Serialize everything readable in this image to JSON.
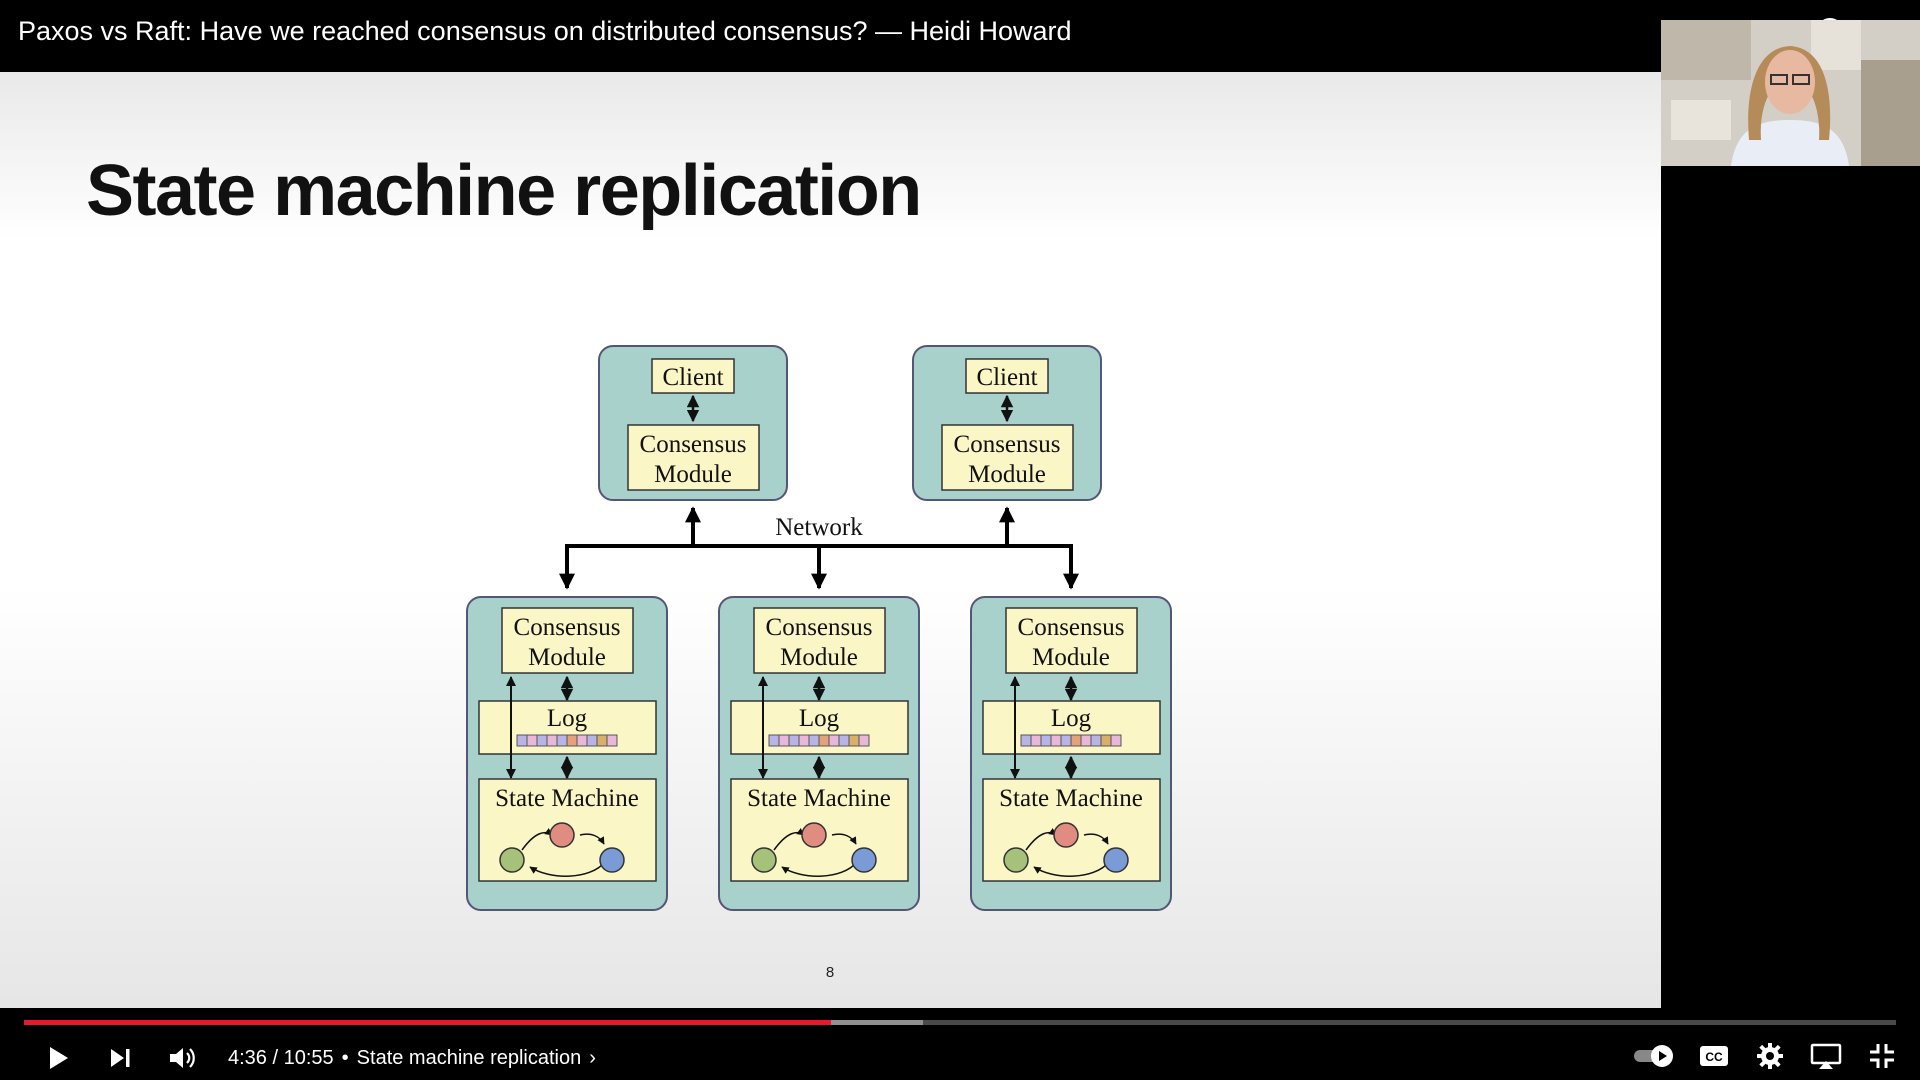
{
  "player": {
    "title": "Paxos vs Raft: Have we reached consensus on distributed consensus? — Heidi Howard",
    "icons": {
      "watch_later": "clock-icon",
      "share": "share-icon"
    },
    "time": "4:36 / 10:55",
    "separator": "•",
    "chapter": "State machine replication",
    "chapter_chevron": "›",
    "progress": {
      "played_fraction": 0.431,
      "buffered_fraction": 0.48
    },
    "controls": [
      "play-icon",
      "next-icon",
      "volume-icon",
      "autoplay-toggle",
      "captions-icon",
      "settings-icon",
      "airplay-icon",
      "exit-fullscreen-icon"
    ],
    "colors": {
      "played": "#e41c2a",
      "buffered": "#8f8f8f",
      "unplayed": "#4a4a4a",
      "box_fill": "#a9d1cc",
      "label_fill": "#fbf6c6"
    }
  },
  "slide": {
    "title": "State machine replication",
    "page_number": "8",
    "diagram": {
      "clients": [
        {
          "top": "Client",
          "bottom_line1": "Consensus",
          "bottom_line2": "Module"
        },
        {
          "top": "Client",
          "bottom_line1": "Consensus",
          "bottom_line2": "Module"
        }
      ],
      "network_label": "Network",
      "servers": [
        {
          "module_line1": "Consensus",
          "module_line2": "Module",
          "log": "Log",
          "state_machine": "State Machine"
        },
        {
          "module_line1": "Consensus",
          "module_line2": "Module",
          "log": "Log",
          "state_machine": "State Machine"
        },
        {
          "module_line1": "Consensus",
          "module_line2": "Module",
          "log": "Log",
          "state_machine": "State Machine"
        }
      ]
    }
  }
}
